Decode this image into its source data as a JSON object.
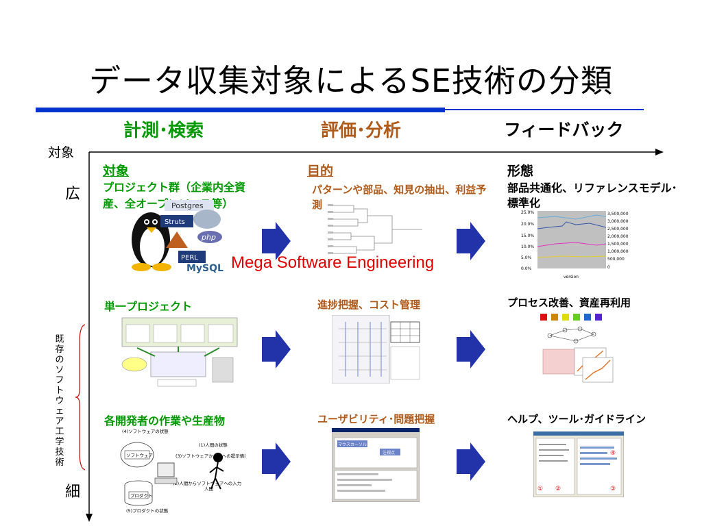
{
  "title": "データ収集対象によるSE技術の分類",
  "columns": {
    "measure": "計測･検索",
    "analysis": "評価･分析",
    "feedback": "フィードバック"
  },
  "axis": {
    "target": "対象",
    "wide": "広",
    "narrow": "細",
    "existing": "既存のソフトウェア工学技術"
  },
  "row1": {
    "target_head": "対象",
    "target_text": "プロジェクト群（企業内全資産、全オープンソース等）",
    "purpose_head": "目的",
    "purpose_text": "パターンや部品、知見の抽出、利益予測",
    "form_head": "形態",
    "form_text": "部品共通化、リファレンスモデル･標準化",
    "logos": [
      "Postgres",
      "Struts",
      "php",
      "PERL",
      "MySQL"
    ],
    "chart": {
      "left_ticks": [
        "25.0%",
        "20.0%",
        "15.0%",
        "10.0%",
        "5.0%",
        "0.0%"
      ],
      "right_ticks": [
        "3,500,000",
        "3,000,000",
        "2,500,000",
        "2,000,000",
        "1,500,000",
        "1,000,000",
        "500,000",
        "0"
      ],
      "xlabel": "version"
    }
  },
  "mega": "Mega Software Engineering",
  "row2": {
    "c1": "単一プロジェクト",
    "c2": "進捗把握、コスト管理",
    "c3": "プロセス改善、資産再利用"
  },
  "row3": {
    "c1": "各開発者の作業や生産物",
    "c2": "ユーザビリティ･問題把握",
    "c3": "ヘルプ、ツール･ガイドライン",
    "dev_diagram": {
      "l4": "(4)ソフトウェアの状態",
      "soft": "ソフトウェア",
      "l1": "(1)人間の状態",
      "l3": "(3)ソフトウェアから人への提示情報",
      "l2": "(2)人間からソフトウェアへの入力",
      "human": "人間",
      "prod": "プロダクト",
      "l5": "(5)プロダクトの状態"
    },
    "ui_popup": "マウスカーソル",
    "ui_popup2": "注視点",
    "help_marks": [
      "①",
      "②",
      "③",
      "④"
    ]
  },
  "colors": {
    "accent": "#0033cc",
    "green": "#009900",
    "brown": "#b05a1a",
    "red": "#e00000",
    "arrow": "#2233aa"
  }
}
